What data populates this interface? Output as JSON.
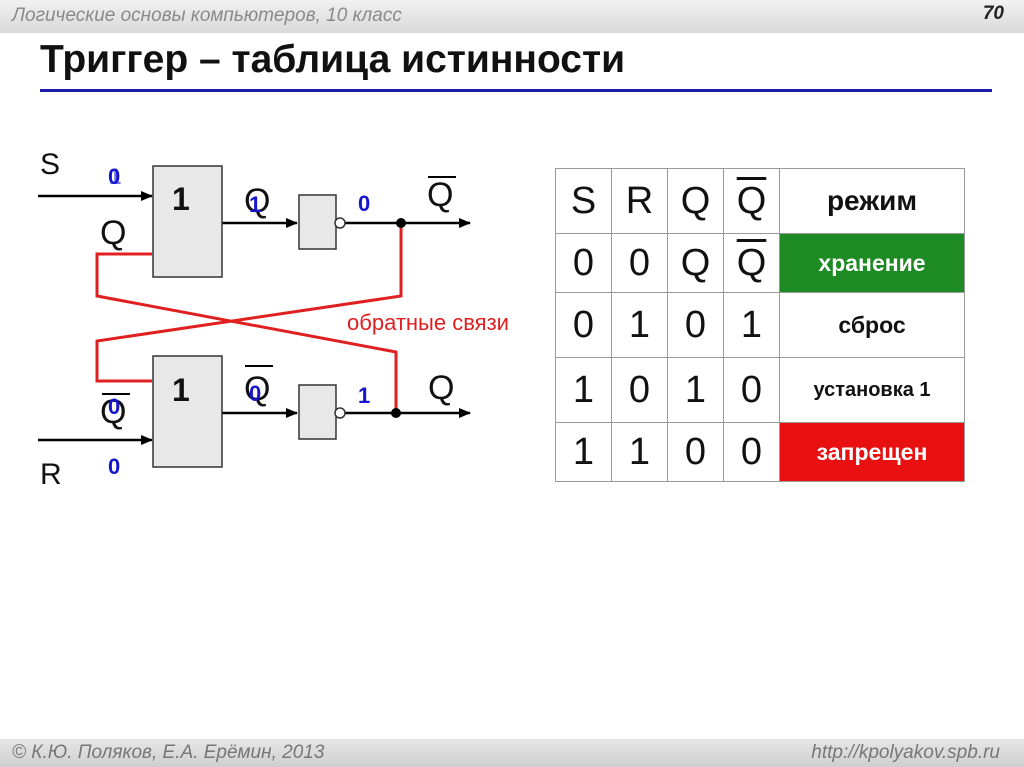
{
  "header": {
    "course": "Логические основы компьютеров, 10 класс",
    "page_number": "70"
  },
  "title": "Триггер – таблица истинности",
  "footer": {
    "authors": "© К.Ю. Поляков, Е.А. Ерёмин, 2013",
    "url": "http://kpolyakov.spb.ru"
  },
  "diagram": {
    "input_s": "S",
    "input_r": "R",
    "gate_top_label": "1",
    "gate_bottom_label": "1",
    "feedback_top_label": "Q",
    "feedback_bottom_label": "Q",
    "out_top_q": "Q",
    "out_top_qbar": "Q",
    "out_bottom_qbar": "Q",
    "out_bottom_q": "Q",
    "feedback_text": "обратные связи",
    "values": {
      "s_top": "0",
      "s_overlay": "1",
      "or_top_out": "1",
      "inv_top_out": "0",
      "q_feedback_bottom": "0",
      "or_bottom_out": "0",
      "inv_bottom_out": "1",
      "r_value": "0"
    },
    "colors": {
      "value": "#1515cc",
      "feedback": "#e02020",
      "gate_fill": "#e8e8e8"
    }
  },
  "truth_table": {
    "headers": [
      "S",
      "R",
      "Q",
      "Q",
      "режим"
    ],
    "rows": [
      {
        "s": "0",
        "r": "0",
        "q": "Q",
        "qbar": "Q",
        "mode": "хранение"
      },
      {
        "s": "0",
        "r": "1",
        "q": "0",
        "qbar": "1",
        "mode": "сброс"
      },
      {
        "s": "1",
        "r": "0",
        "q": "1",
        "qbar": "0",
        "mode": "установка 1"
      },
      {
        "s": "1",
        "r": "1",
        "q": "0",
        "qbar": "0",
        "mode": "запрещен"
      }
    ],
    "colors": {
      "storage": "#1e8a24",
      "forbidden": "#e81010"
    }
  }
}
